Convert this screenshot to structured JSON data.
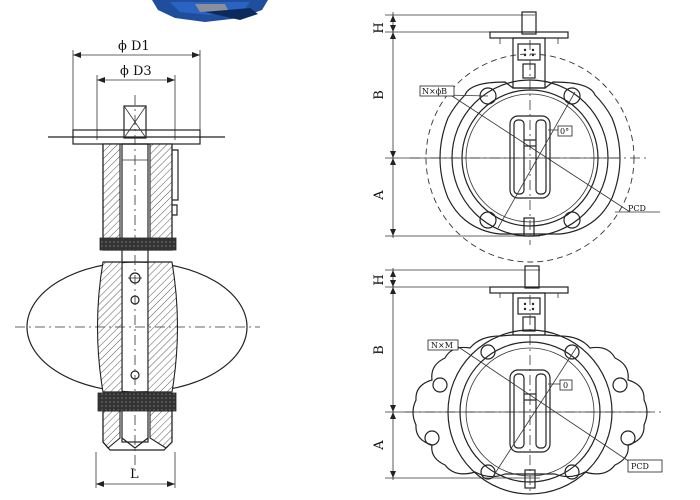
{
  "side_view": {
    "dim_d1": "ϕ D1",
    "dim_d3": "ϕ D3",
    "dim_l": "L"
  },
  "wafer_view": {
    "dim_h": "H",
    "dim_b": "B",
    "dim_a": "A",
    "holes_label": "N×ϕB",
    "angle_label": "0°",
    "pcd_label": "PCD"
  },
  "lug_view": {
    "dim_h": "H",
    "dim_b": "B",
    "dim_a": "A",
    "holes_label": "N×M",
    "angle_label": "0",
    "pcd_label": "PCD"
  },
  "colors": {
    "line": "#222222",
    "photo_blue": "#1f4e9c"
  }
}
